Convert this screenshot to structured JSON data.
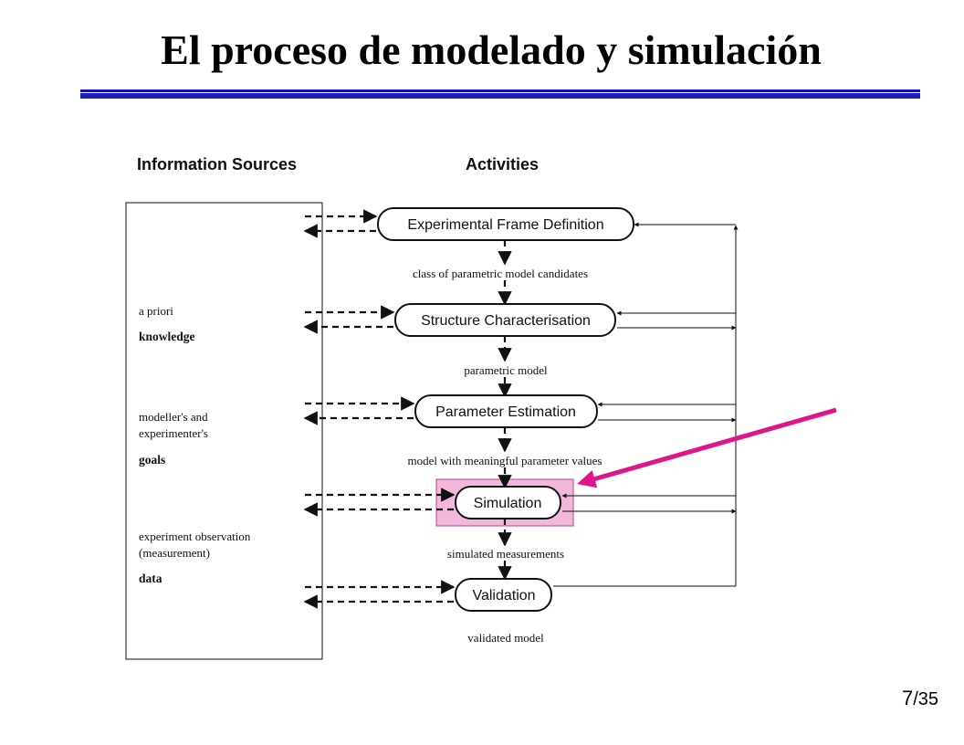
{
  "slide": {
    "title": "El proceso de modelado y simulación",
    "page_current": "7",
    "page_total": "/35"
  },
  "headers": {
    "sources": "Information Sources",
    "activities": "Activities"
  },
  "sources": {
    "apriori_line1": "a priori",
    "apriori_line2": "knowledge",
    "goals_line1": "modeller's and",
    "goals_line2": "experimenter's",
    "goals_line3": "goals",
    "data_line1": "experiment observation",
    "data_line2": "(measurement)",
    "data_line3": "data"
  },
  "activities": {
    "a1": "Experimental Frame Definition",
    "a2": "Structure Characterisation",
    "a3": "Parameter Estimation",
    "a4": "Simulation",
    "a5": "Validation"
  },
  "intermediate": {
    "m1": "class of parametric  model candidates",
    "m2": "parametric  model",
    "m3": "model with meaningful parameter values",
    "m4": "simulated measurements",
    "m5": "validated model"
  },
  "colors": {
    "highlight_fill": "#f2b8dc",
    "arrow": "#e0158a",
    "rule": "#1f1fb5"
  }
}
